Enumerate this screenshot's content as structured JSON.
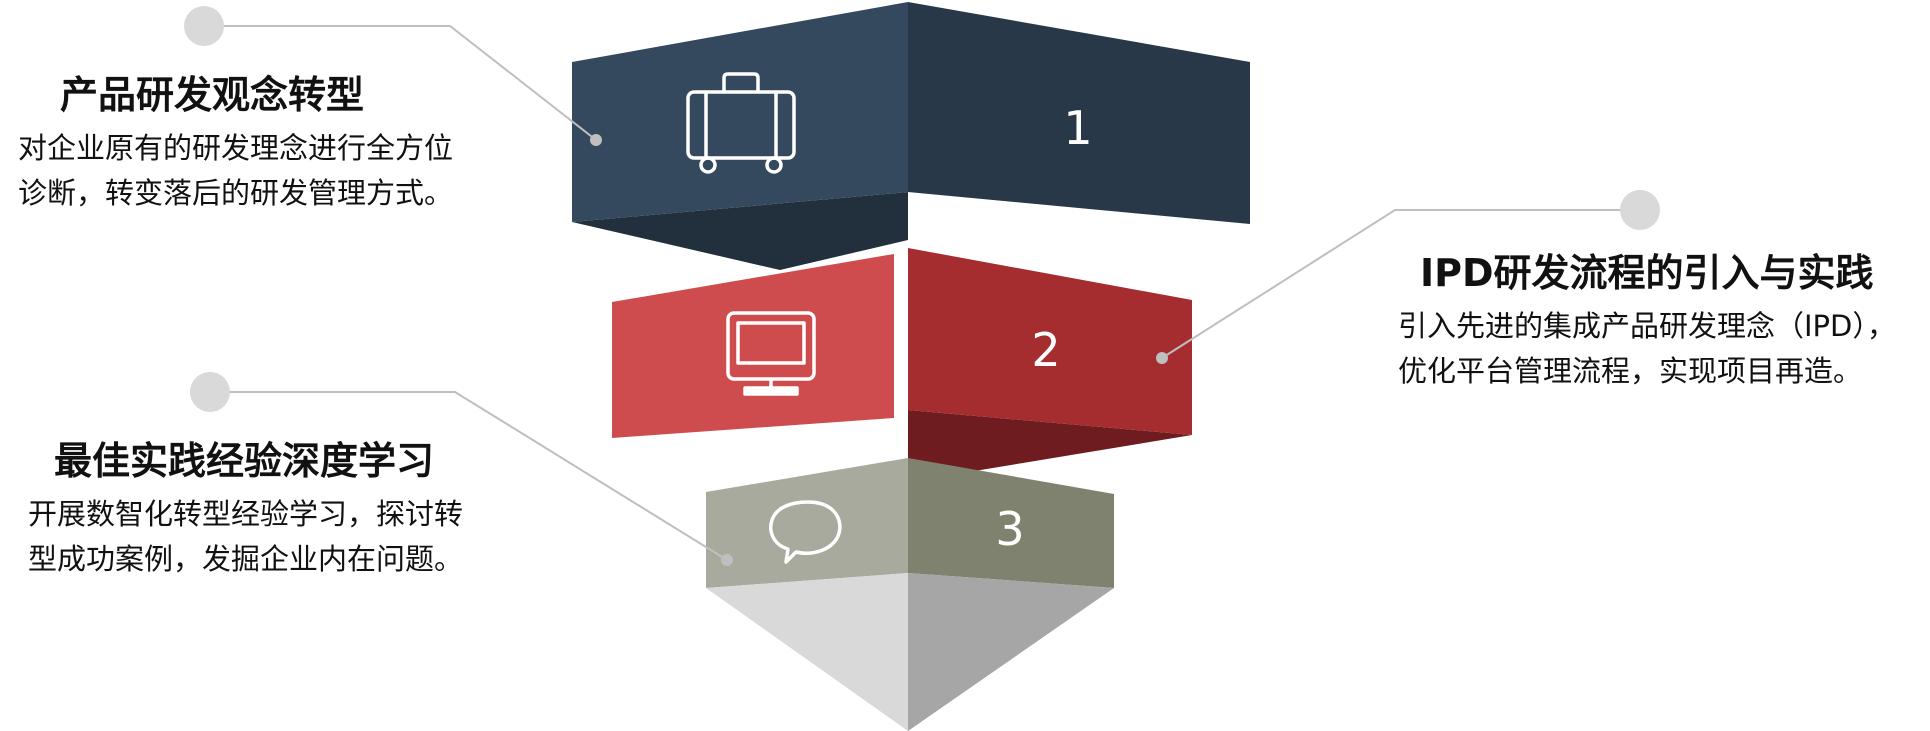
{
  "blocks": [
    {
      "number": "1",
      "title": "产品研发观念转型",
      "body": "对企业原有的研发理念进行全方位诊断，转变落后的研发管理方式。",
      "icon": "briefcase-icon"
    },
    {
      "number": "2",
      "title": "IPD研发流程的引入与实践",
      "body": "引入先进的集成产品研发理念（IPD），优化平台管理流程，实现项目再造。",
      "icon": "monitor-icon"
    },
    {
      "number": "3",
      "title": "最佳实践经验深度学习",
      "body": "开展数智化转型经验学习，探讨转型成功案例，发掘企业内在问题。",
      "icon": "speech-bubble-icon"
    }
  ],
  "colors": {
    "tier1_left": "#34495e",
    "tier1_right": "#283848",
    "tier1_under": "#22303d",
    "tier2_left": "#cf4c4e",
    "tier2_right": "#a52c2f",
    "tier2_under": "#6e1c1f",
    "tier3_left": "#a7aa9c",
    "tier3_right": "#7e826f",
    "point_left": "#d9d9d9",
    "point_right": "#a6a6a6",
    "connector": "#bfbfbf",
    "connector_dot": "#d9d9d9"
  }
}
